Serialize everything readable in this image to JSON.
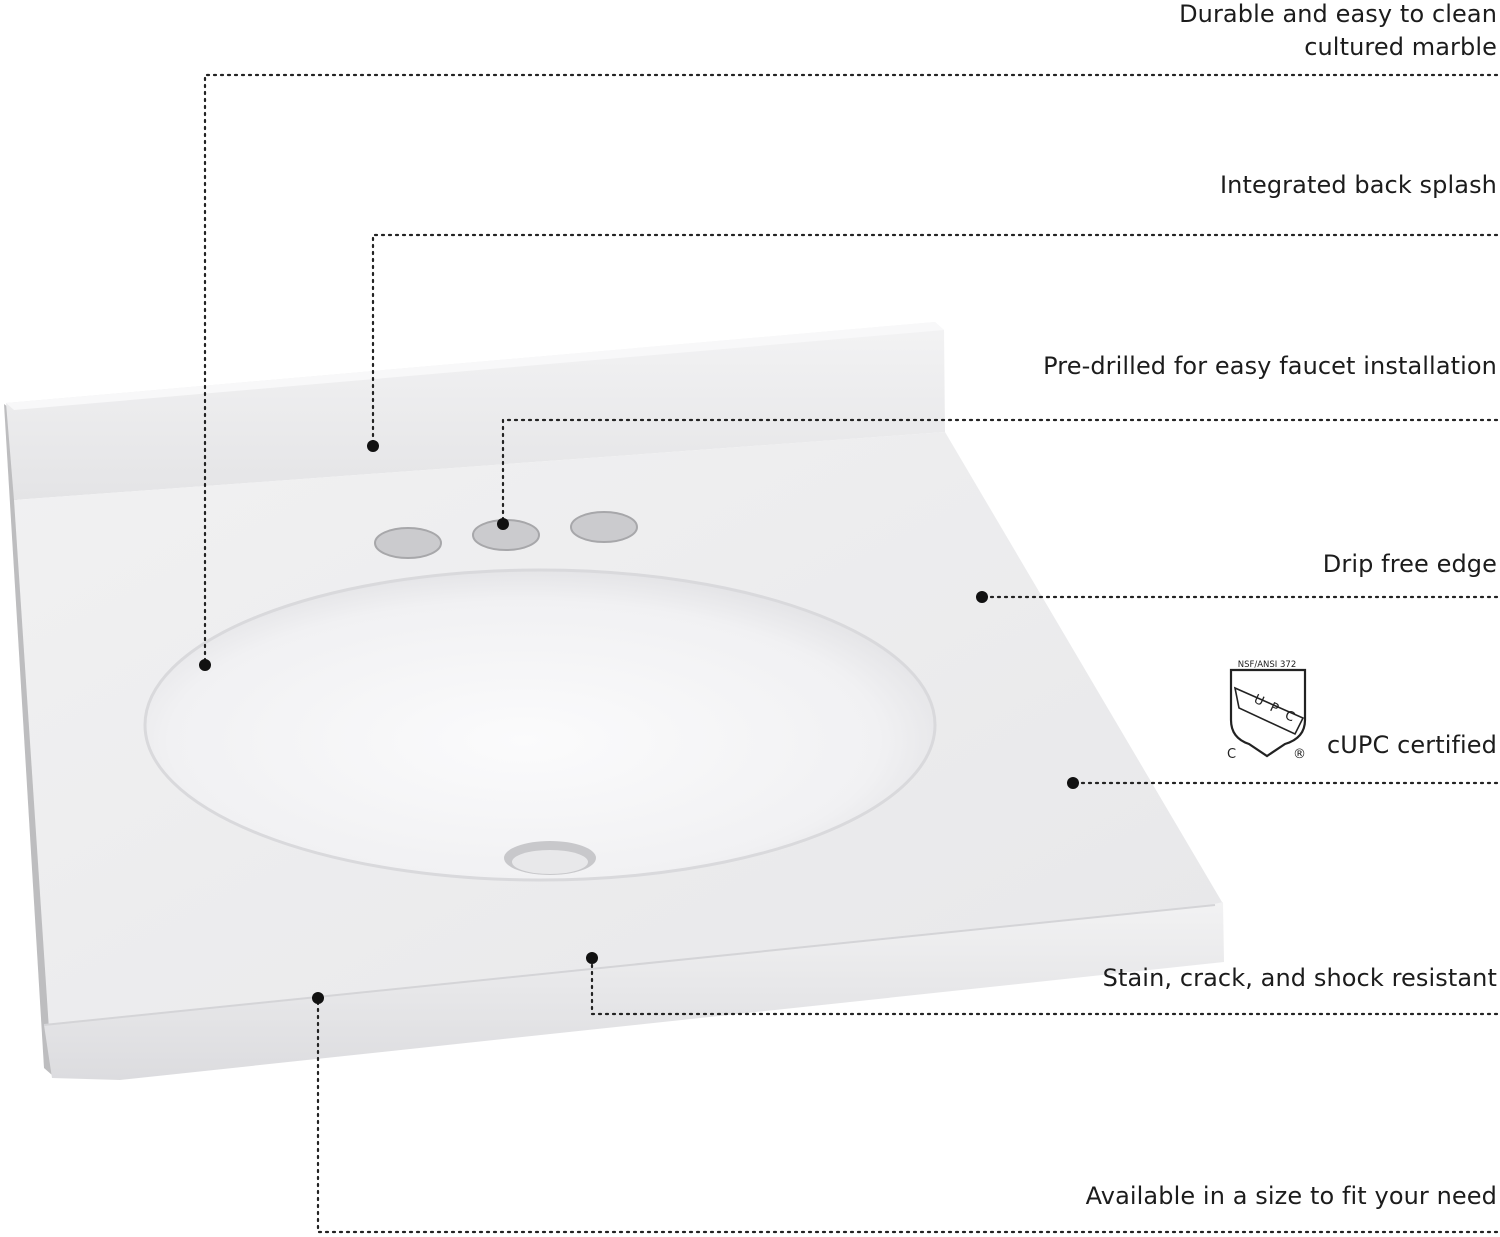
{
  "features": {
    "marble": [
      "Durable and easy to clean",
      "cultured marble"
    ],
    "backsplash": "Integrated back splash",
    "predrilled": "Pre-drilled for easy faucet installation",
    "drip_edge": "Drip free edge",
    "cupc": "cUPC certified",
    "resistant": "Stain, crack, and shock resistant",
    "size": "Available in a size to fit your need"
  },
  "badge": {
    "standard": "NSF/ANSI 372",
    "mark": [
      "U",
      "P",
      "C"
    ],
    "c_letter": "C",
    "registered": "®"
  },
  "colors": {
    "leader": "#222222",
    "sink_body": "#eeeeef",
    "basin": "#f7f7f8",
    "edge_shadow": "#c9c9cc"
  }
}
